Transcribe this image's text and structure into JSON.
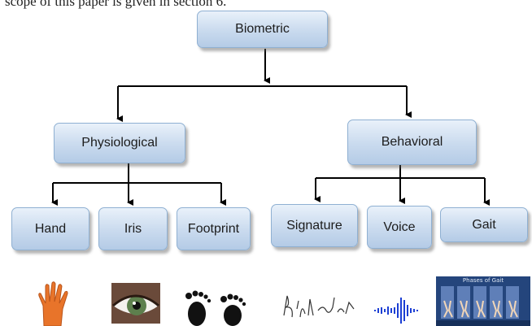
{
  "header_text": "scope of this paper is given in section 6.",
  "nodes": {
    "root": "Biometric",
    "physiological": "Physiological",
    "behavioral": "Behavioral",
    "hand": "Hand",
    "iris": "Iris",
    "footprint": "Footprint",
    "signature": "Signature",
    "voice": "Voice",
    "gait": "Gait"
  },
  "gait_image_title": "Phases of Gait",
  "colors": {
    "node_border": "#8fb0d2",
    "node_fill_top": "#e9f1fa",
    "node_fill_bottom": "#b4cbe6",
    "connector": "#000000",
    "hand_orange": "#e8742a",
    "voice_blue": "#1c3fd4",
    "gait_panel": "#24457c"
  },
  "icons": {
    "hand": "hand-icon",
    "iris": "eye-icon",
    "footprint": "footprints-icon",
    "signature": "signature-icon",
    "voice": "waveform-icon",
    "gait": "gait-phases-icon"
  }
}
